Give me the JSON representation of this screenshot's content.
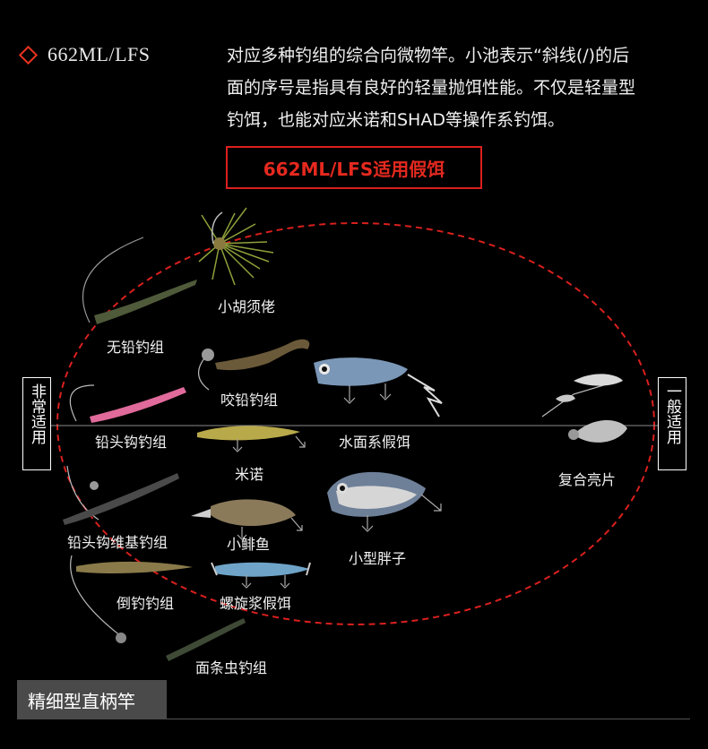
{
  "header": {
    "model": "662ML/LFS",
    "description_lines": [
      "对应多种钓组的综合向微物竿。小池表示“斜线(/)的后",
      "面的序号是指具有良好的轻量抛饵性能。不仅是轻量型",
      "钓饵，也能对应米诺和SHAD等操作系钓饵。"
    ]
  },
  "section_title": "662ML/LFS适用假饵",
  "axis": {
    "left_label": "非常适用",
    "right_label": "一般适用"
  },
  "lures": [
    {
      "label": "小胡须佬",
      "icon": "rubber-jig-icon"
    },
    {
      "label": "无铅钓组",
      "icon": "soft-worm-icon"
    },
    {
      "label": "咬铅钓组",
      "icon": "grub-jighead-icon"
    },
    {
      "label": "水面系假饵",
      "icon": "popper-icon"
    },
    {
      "label": "铅头钩钓组",
      "icon": "pink-worm-icon"
    },
    {
      "label": "米诺",
      "icon": "minnow-icon"
    },
    {
      "label": "复合亮片",
      "icon": "spinnerbait-icon"
    },
    {
      "label": "铅头钩维基钓组",
      "icon": "jighead-wacky-icon"
    },
    {
      "label": "小鲱鱼",
      "icon": "small-shad-icon"
    },
    {
      "label": "小型胖子",
      "icon": "crankbait-icon"
    },
    {
      "label": "倒钓钓组",
      "icon": "drop-shot-icon"
    },
    {
      "label": "螺旋浆假饵",
      "icon": "prop-bait-icon"
    },
    {
      "label": "面条虫钓组",
      "icon": "noodle-worm-icon"
    }
  ],
  "footer": {
    "tab_label": "精细型直柄竿"
  },
  "colors": {
    "accent": "#d9201e",
    "background": "#000000",
    "footer_tab": "#4a4a4a"
  }
}
